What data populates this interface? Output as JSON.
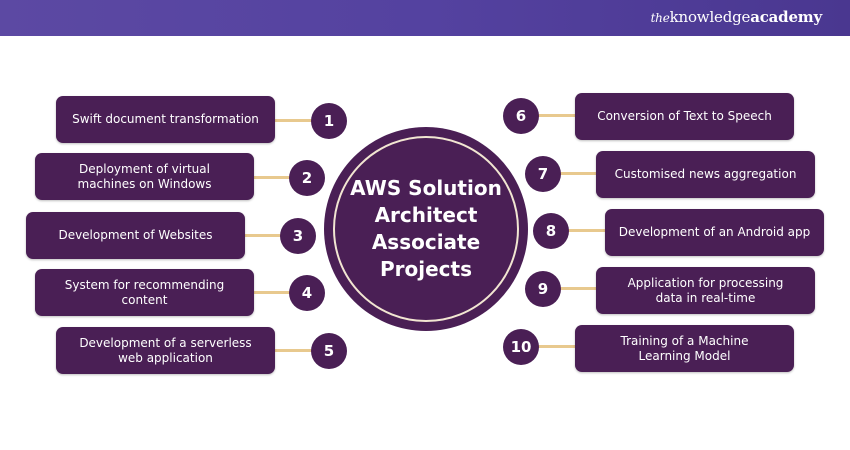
{
  "header": {
    "brand_prefix": "the",
    "brand_main": "knowledge",
    "brand_suffix": "academy"
  },
  "hub": {
    "title": "AWS Solution\nArchitect\nAssociate\nProjects"
  },
  "colors": {
    "primary": "#4a1f55",
    "connector": "#e8c98e",
    "header": "#5442a0",
    "ring": "#f2e6d2"
  },
  "projects": [
    {
      "number": "1",
      "label": "Swift document transformation"
    },
    {
      "number": "2",
      "label": "Deployment of virtual\nmachines on Windows"
    },
    {
      "number": "3",
      "label": "Development of Websites"
    },
    {
      "number": "4",
      "label": "System for recommending\ncontent"
    },
    {
      "number": "5",
      "label": "Development of a serverless\nweb application"
    },
    {
      "number": "6",
      "label": "Conversion of Text to Speech"
    },
    {
      "number": "7",
      "label": "Customised news aggregation"
    },
    {
      "number": "8",
      "label": "Development of an Android app"
    },
    {
      "number": "9",
      "label": "Application for processing\ndata in real-time"
    },
    {
      "number": "10",
      "label": "Training of a Machine\nLearning Model"
    }
  ]
}
